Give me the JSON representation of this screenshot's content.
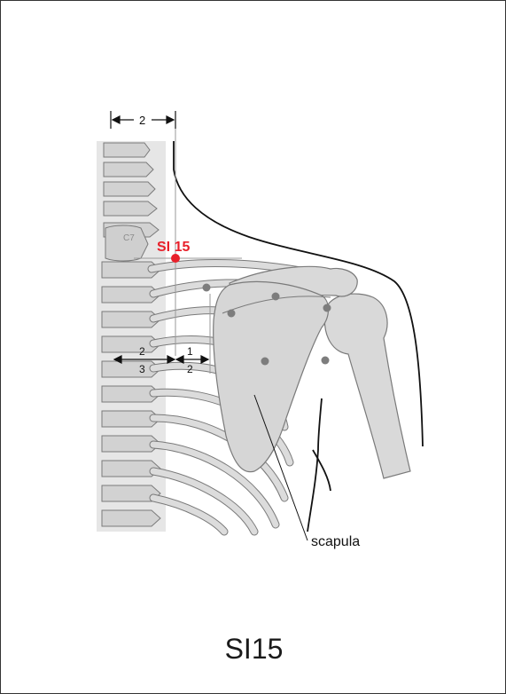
{
  "point": {
    "code": "SI 15",
    "color": "#e8202a"
  },
  "vertebra_label": "C7",
  "measurements": {
    "top_width": "2",
    "left_top": "2",
    "left_bottom": "3",
    "right_top": "1",
    "right_bottom": "2"
  },
  "structure_label": "scapula",
  "caption": "SI15",
  "colors": {
    "bone_fill": "#d9d9d9",
    "bone_stroke": "#7a7a7a",
    "marker_gray": "#7d7d7d",
    "outline": "#111111"
  }
}
